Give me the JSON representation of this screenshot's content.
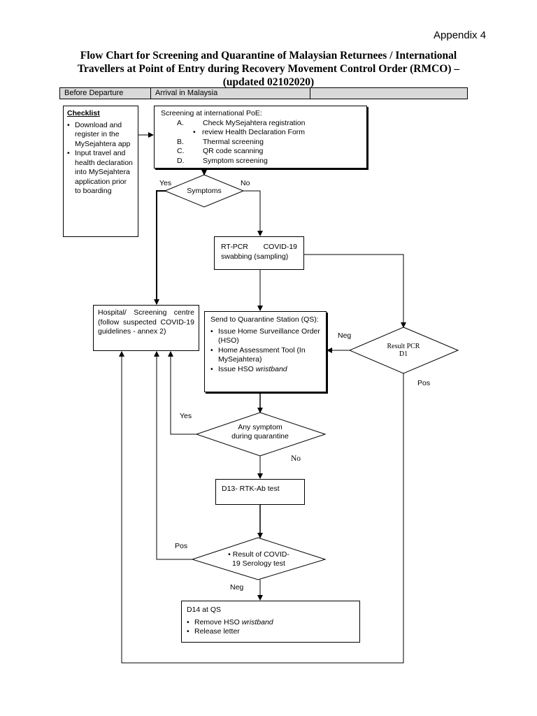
{
  "appendix": "Appendix 4",
  "title_lines": [
    "Flow Chart for Screening and Quarantine of Malaysian Returnees / International",
    "Travellers at Point of Entry during Recovery Movement Control Order (RMCO) –",
    "(updated 02102020)"
  ],
  "phases": [
    "Before Departure",
    "Arrival in Malaysia",
    ""
  ],
  "checklist": {
    "heading": "Checklist",
    "items": [
      "Download and register in the MySejahtera app",
      "Input travel and health declaration into MySejahtera application prior to boarding"
    ]
  },
  "screening": {
    "heading": "Screening at international PoE:",
    "steps": [
      {
        "marker": "A.",
        "text": "Check MySejahtera registration"
      },
      {
        "marker": "•",
        "text": "review Health Declaration Form"
      },
      {
        "marker": "B.",
        "text": "Thermal screening"
      },
      {
        "marker": "C.",
        "text": "QR code scanning"
      },
      {
        "marker": "D.",
        "text": "Symptom screening"
      }
    ]
  },
  "symptoms": "Symptoms",
  "rtpcr": {
    "line1a": "RT-PCR",
    "line1b": "COVID-19",
    "line2": "swabbing (sampling)"
  },
  "hospital": "Hospital/ Screening centre (follow suspected COVID-19 guidelines - annex 2)",
  "quarantine": {
    "heading": "Send to Quarantine Station (QS):",
    "items": [
      {
        "text": "Issue Home Surveillance Order (HSO)",
        "em": ""
      },
      {
        "text": "Home Assessment Tool (In MySejahtera)",
        "em": ""
      },
      {
        "text": "Issue HSO ",
        "em": "wristband"
      }
    ]
  },
  "result_pcr": {
    "line1": "Result PCR",
    "line2": "D1"
  },
  "any_symptom": {
    "line1": "Any symptom",
    "line2": "during quarantine"
  },
  "rtk": "D13- RTK-Ab test",
  "serology": {
    "line1": "• Result of COVID-",
    "line2": "19 Serology test"
  },
  "d14": {
    "heading": "D14 at QS",
    "items": [
      {
        "text": "Remove HSO ",
        "em": "wristband"
      },
      {
        "text": "Release letter",
        "em": ""
      }
    ]
  },
  "labels": {
    "yes1": "Yes",
    "no1": "No",
    "neg1": "Neg",
    "pos1": "Pos",
    "yes2": "Yes",
    "no2": "No",
    "pos2": "Pos",
    "neg2": "Neg"
  }
}
